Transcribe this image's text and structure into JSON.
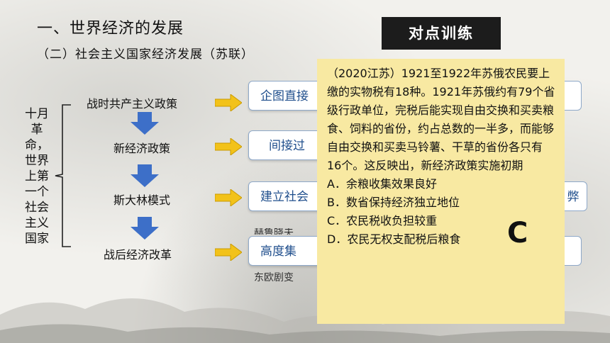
{
  "header": {
    "title": "一、世界经济的发展",
    "subtitle": "（二）社会主义国家经济发展（苏联）"
  },
  "badge": {
    "label": "对点训练"
  },
  "left_label": [
    "十月",
    "革命，",
    "世界",
    "上第",
    "一个",
    "社会",
    "主义",
    "国家"
  ],
  "policies": [
    {
      "name": "战时共产主义政策",
      "box_text": "企图直接"
    },
    {
      "name": "新经济政策",
      "box_text": "间接过"
    },
    {
      "name": "斯大林模式",
      "box_text": "建立社会"
    },
    {
      "name": "战后经济改革",
      "box_text": "高度集"
    }
  ],
  "peek_texts": {
    "row3_right": "弊",
    "row4_top": "赫鲁晓夫",
    "row4_bottom": "东欧剧变"
  },
  "question": {
    "stem": "（2020江苏）1921至1922年苏俄农民要上缴的实物税有18种。1921年苏俄约有79个省级行政单位，完税后能实现自由交换和买卖粮食、饲料的省份，约占总数的一半多，而能够自由交换和买卖马铃薯、干草的省份各只有16个。这反映出，新经济政策实施初期",
    "options": [
      "A．余粮收集效果良好",
      "B．数省保持经济独立地位",
      "C．农民税收负担较重",
      "D．农民无权支配税后粮食"
    ],
    "answer": "C"
  },
  "colors": {
    "arrow_blue": "#3d6fc8",
    "arrow_yellow": "#f2c21a",
    "panel_bg": "#f8e9a2",
    "badge_bg": "#1c1c1c"
  }
}
